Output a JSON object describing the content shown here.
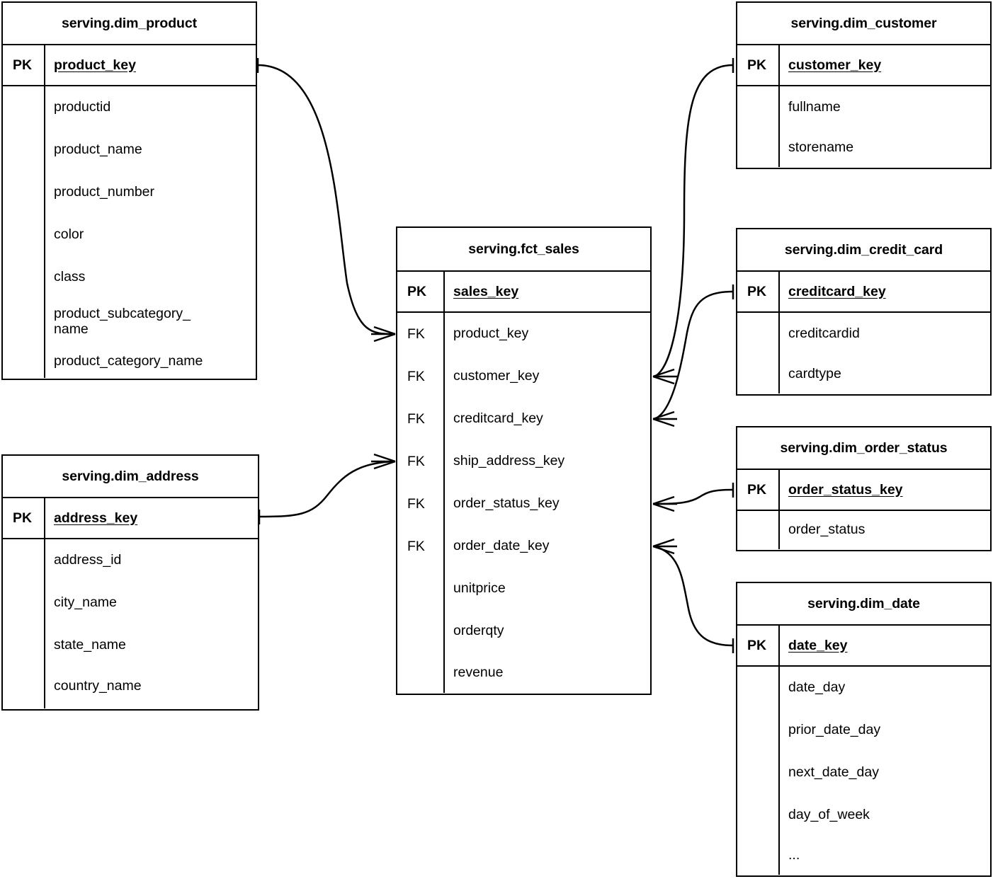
{
  "diagram": {
    "type": "entity-relationship-diagram",
    "notation": "crows-foot",
    "background_color": "#ffffff",
    "line_color": "#000000",
    "key_labels": {
      "primary": "PK",
      "foreign": "FK"
    },
    "ellipsis": "..."
  },
  "entities": [
    {
      "id": "dim_product",
      "title": "serving.dim_product",
      "pk": {
        "key": "PK",
        "name": "product_key"
      },
      "attributes": [
        "productid",
        "product_name",
        "product_number",
        "color",
        "class",
        "product_subcategory_name",
        "product_category_name"
      ]
    },
    {
      "id": "dim_address",
      "title": "serving.dim_address",
      "pk": {
        "key": "PK",
        "name": "address_key"
      },
      "attributes": [
        "address_id",
        "city_name",
        "state_name",
        "country_name"
      ]
    },
    {
      "id": "fct_sales",
      "title": "serving.fct_sales",
      "pk": {
        "key": "PK",
        "name": "sales_key"
      },
      "columns": [
        {
          "key": "FK",
          "name": "product_key"
        },
        {
          "key": "FK",
          "name": "customer_key"
        },
        {
          "key": "FK",
          "name": "creditcard_key"
        },
        {
          "key": "FK",
          "name": "ship_address_key"
        },
        {
          "key": "FK",
          "name": "order_status_key"
        },
        {
          "key": "FK",
          "name": "order_date_key"
        },
        {
          "key": "",
          "name": "unitprice"
        },
        {
          "key": "",
          "name": "orderqty"
        },
        {
          "key": "",
          "name": "revenue"
        }
      ]
    },
    {
      "id": "dim_customer",
      "title": "serving.dim_customer",
      "pk": {
        "key": "PK",
        "name": "customer_key"
      },
      "attributes": [
        "fullname",
        "storename"
      ]
    },
    {
      "id": "dim_credit_card",
      "title": "serving.dim_credit_card",
      "pk": {
        "key": "PK",
        "name": "creditcard_key"
      },
      "attributes": [
        "creditcardid",
        "cardtype"
      ]
    },
    {
      "id": "dim_order_status",
      "title": "serving.dim_order_status",
      "pk": {
        "key": "PK",
        "name": "order_status_key"
      },
      "attributes": [
        "order_status"
      ]
    },
    {
      "id": "dim_date",
      "title": "serving.dim_date",
      "pk": {
        "key": "PK",
        "name": "date_key"
      },
      "attributes": [
        "date_day",
        "prior_date_day",
        "next_date_day",
        "day_of_week",
        "..."
      ]
    }
  ],
  "relationships": [
    {
      "from": "dim_product.product_key",
      "to": "fct_sales.product_key",
      "from_cardinality": "one",
      "to_cardinality": "many"
    },
    {
      "from": "dim_address.address_key",
      "to": "fct_sales.ship_address_key",
      "from_cardinality": "one",
      "to_cardinality": "many"
    },
    {
      "from": "dim_customer.customer_key",
      "to": "fct_sales.customer_key",
      "from_cardinality": "one",
      "to_cardinality": "many"
    },
    {
      "from": "dim_credit_card.creditcard_key",
      "to": "fct_sales.creditcard_key",
      "from_cardinality": "one",
      "to_cardinality": "many"
    },
    {
      "from": "dim_order_status.order_status_key",
      "to": "fct_sales.order_status_key",
      "from_cardinality": "one",
      "to_cardinality": "many"
    },
    {
      "from": "dim_date.date_key",
      "to": "fct_sales.order_date_key",
      "from_cardinality": "one",
      "to_cardinality": "many"
    }
  ]
}
